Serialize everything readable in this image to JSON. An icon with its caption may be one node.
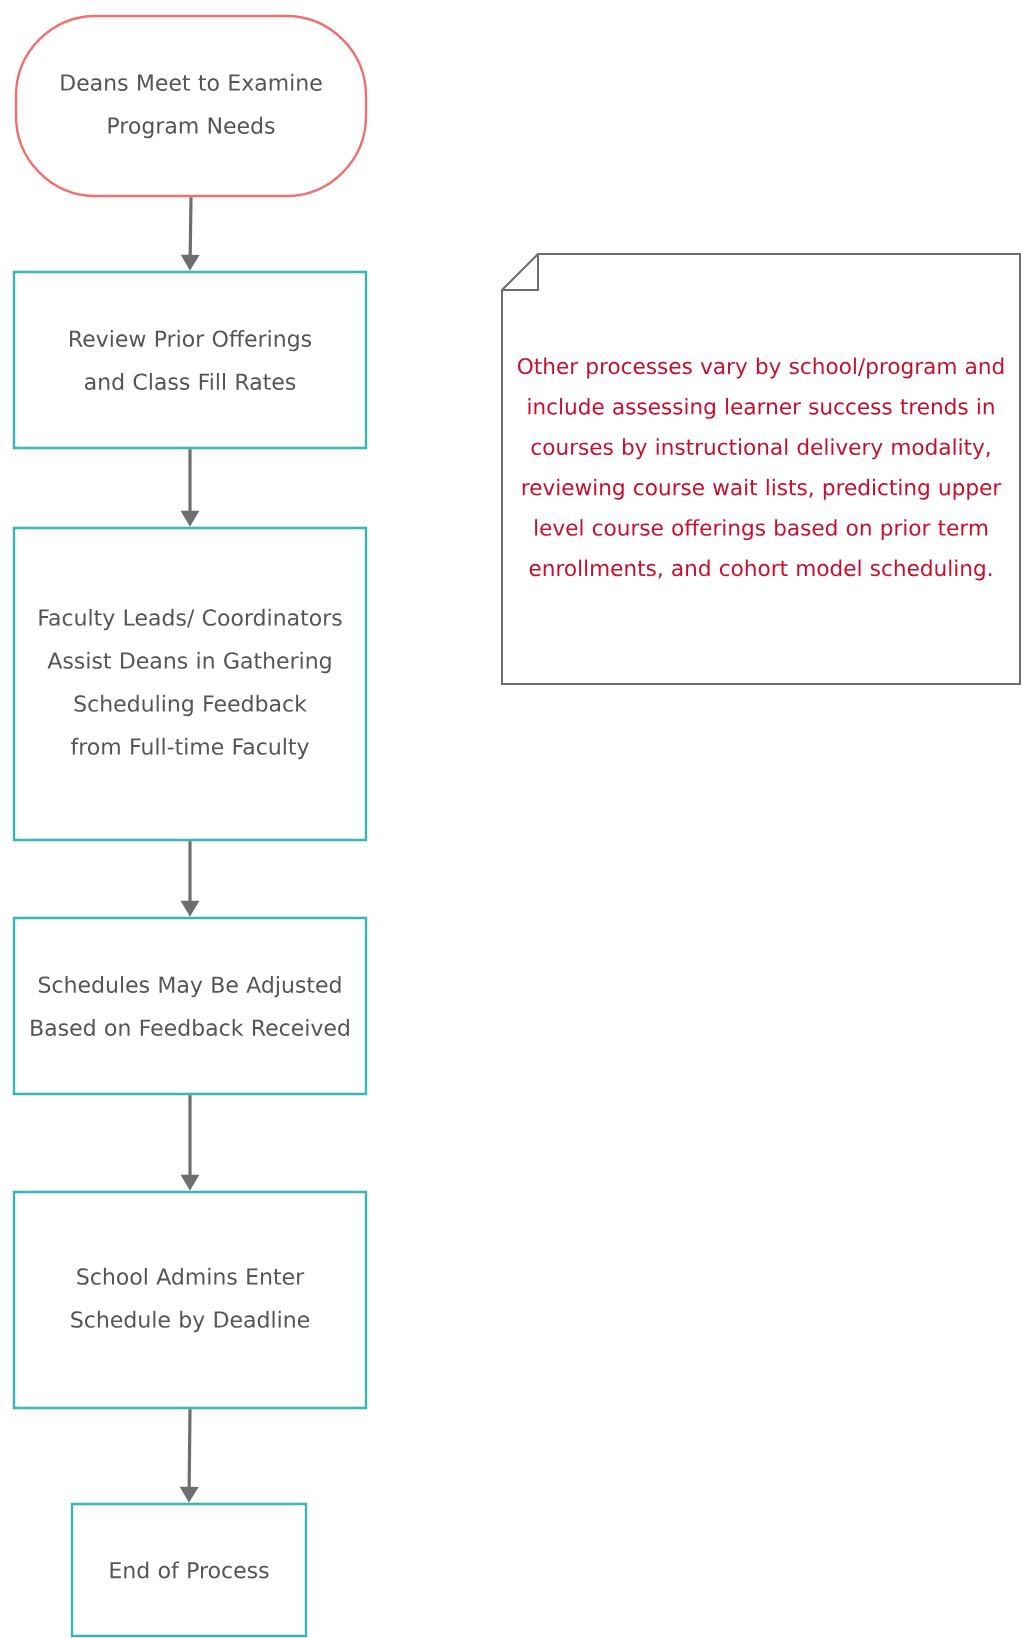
{
  "diagram": {
    "nodes": [
      {
        "text": [
          "Deans Meet to Examine Program Needs"
        ]
      },
      {
        "text": [
          "Review Prior Offerings and Class Fill Rates"
        ]
      },
      {
        "text": [
          "Faculty Leads/ Coordinators Assist Deans in Gathering Scheduling Feedback from Full-time Faculty"
        ]
      },
      {
        "text": [
          "Schedules May Be Adjusted Based on Feedback Received"
        ]
      },
      {
        "text": [
          "School Admins Enter Schedule by Deadline"
        ]
      },
      {
        "text": [
          "End of Process"
        ]
      },
      {
        "text": [
          "Other processes vary by school/program and include assessing learner success trends in courses by instructional delivery modality, reviewing course wait lists, predicting upper level course offerings based on prior term enrollments, and cohort model scheduling."
        ]
      }
    ],
    "edges": [
      {
        "from": 0,
        "to": 1,
        "arrow": "to"
      },
      {
        "from": 1,
        "to": 2,
        "arrow": "to"
      },
      {
        "from": 2,
        "to": 3,
        "arrow": "to"
      },
      {
        "from": 3,
        "to": 4,
        "arrow": "to"
      },
      {
        "from": 4,
        "to": 5,
        "arrow": "to"
      }
    ]
  }
}
